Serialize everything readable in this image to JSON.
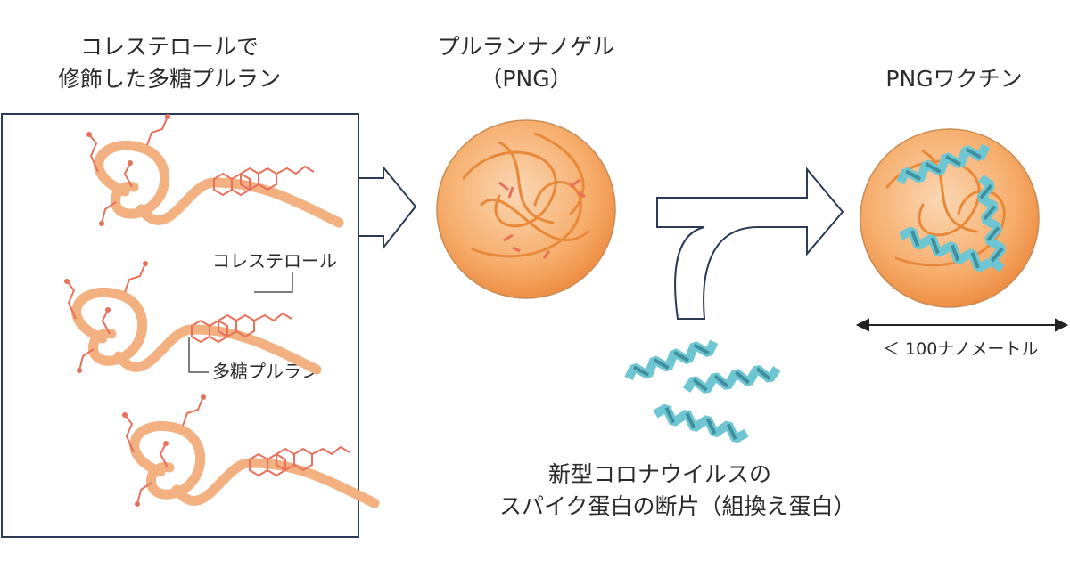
{
  "titles": {
    "left_line1": "コレステロールで",
    "left_line2": "修飾した多糖プルラン",
    "middle_line1": "プルランナノゲル",
    "middle_line2": "（PNG）",
    "right": "PNGワクチン"
  },
  "callouts": {
    "cholesterol": "コレステロール",
    "pullulan": "多糖プルラン"
  },
  "size_label": "＜ 100ナノメートル",
  "protein_line1": "新型コロナウイルスの",
  "protein_line2": "スパイク蛋白の断片（組換え蛋白）",
  "colors": {
    "pullulan": "#f6b57f",
    "cholesterol": "#e8705a",
    "sphere": "#f7a35c",
    "strand": "#e8893a",
    "protein": "#6ec6d2",
    "protein_dark": "#3f8f9e",
    "frame": "#2b3a55"
  }
}
